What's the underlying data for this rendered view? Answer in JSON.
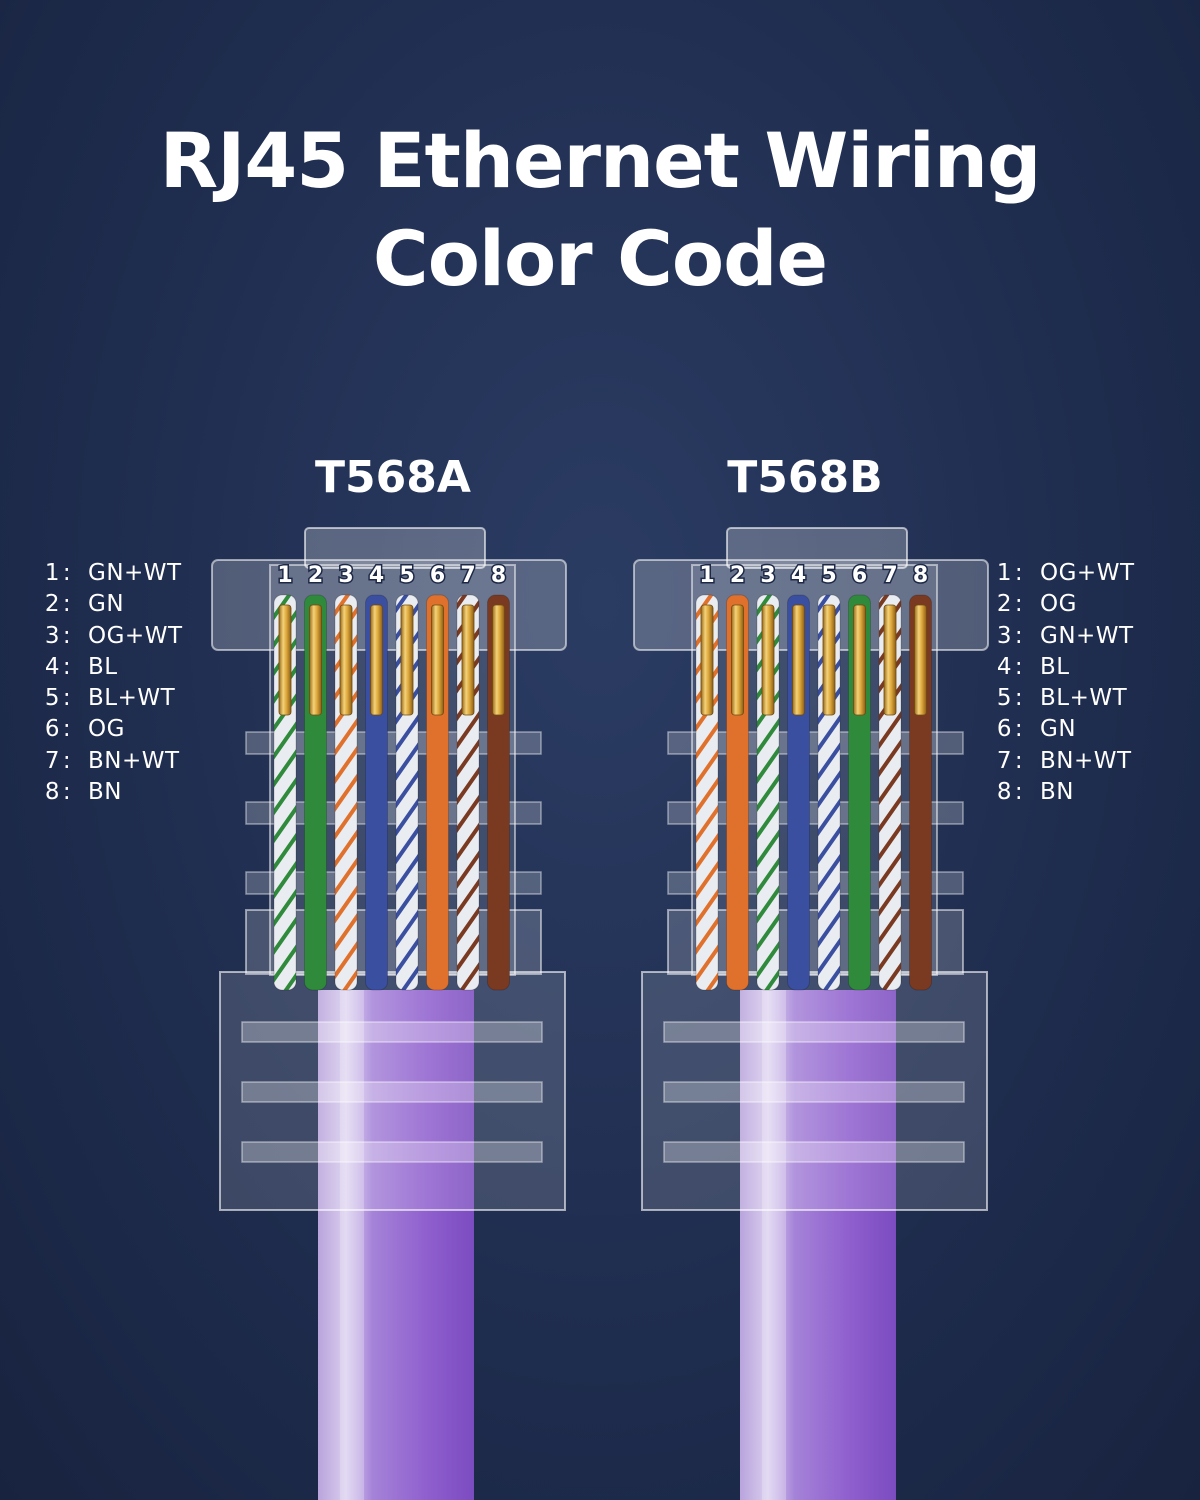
{
  "title": {
    "line1": "RJ45 Ethernet Wiring",
    "line2": "Color Code"
  },
  "colors": {
    "background": "#1f2d4f",
    "green": "#2f8a3c",
    "orange": "#e0712c",
    "blue": "#3b4fa0",
    "brown": "#7a3a22",
    "white": "#e9ecf0",
    "gold": "#d8a73a",
    "cable": "#9a6fd0"
  },
  "connectors": [
    {
      "standard": "T568A",
      "pin_numbers": [
        "1",
        "2",
        "3",
        "4",
        "5",
        "6",
        "7",
        "8"
      ],
      "pins": [
        {
          "num": "1",
          "sep": ":",
          "code": "GN+WT",
          "base": "green",
          "striped": true
        },
        {
          "num": "2",
          "sep": ":",
          "code": "GN",
          "base": "green",
          "striped": false
        },
        {
          "num": "3",
          "sep": ":",
          "code": "OG+WT",
          "base": "orange",
          "striped": true
        },
        {
          "num": "4",
          "sep": ":",
          "code": "BL",
          "base": "blue",
          "striped": false
        },
        {
          "num": "5",
          "sep": ":",
          "code": "BL+WT",
          "base": "blue",
          "striped": true
        },
        {
          "num": "6",
          "sep": ":",
          "code": "OG",
          "base": "orange",
          "striped": false
        },
        {
          "num": "7",
          "sep": ":",
          "code": "BN+WT",
          "base": "brown",
          "striped": true
        },
        {
          "num": "8",
          "sep": ":",
          "code": "BN",
          "base": "brown",
          "striped": false
        }
      ]
    },
    {
      "standard": "T568B",
      "pin_numbers": [
        "1",
        "2",
        "3",
        "4",
        "5",
        "6",
        "7",
        "8"
      ],
      "pins": [
        {
          "num": "1",
          "sep": ":",
          "code": "OG+WT",
          "base": "orange",
          "striped": true
        },
        {
          "num": "2",
          "sep": ":",
          "code": "OG",
          "base": "orange",
          "striped": false
        },
        {
          "num": "3",
          "sep": ":",
          "code": "GN+WT",
          "base": "green",
          "striped": true
        },
        {
          "num": "4",
          "sep": ":",
          "code": "BL",
          "base": "blue",
          "striped": false
        },
        {
          "num": "5",
          "sep": ":",
          "code": "BL+WT",
          "base": "blue",
          "striped": true
        },
        {
          "num": "6",
          "sep": ":",
          "code": "GN",
          "base": "green",
          "striped": false
        },
        {
          "num": "7",
          "sep": ":",
          "code": "BN+WT",
          "base": "brown",
          "striped": true
        },
        {
          "num": "8",
          "sep": ":",
          "code": "BN",
          "base": "brown",
          "striped": false
        }
      ]
    }
  ]
}
